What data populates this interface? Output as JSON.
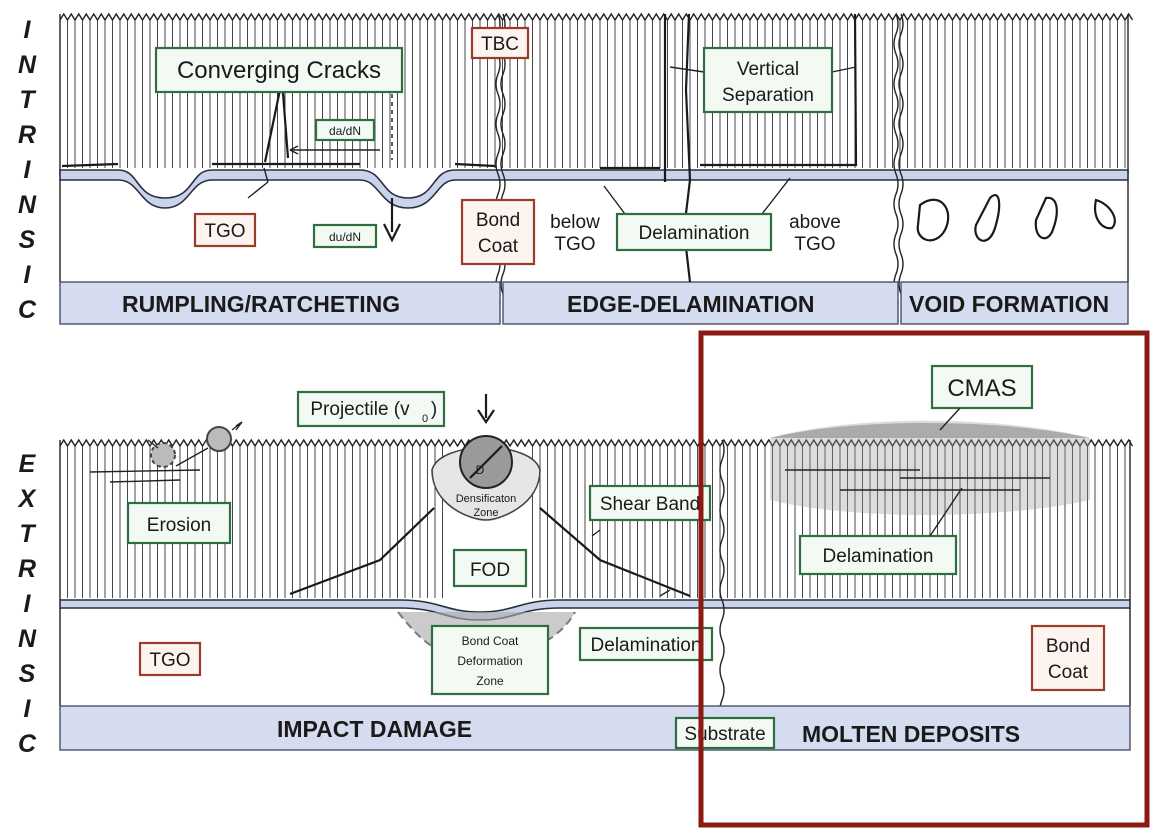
{
  "side_labels": {
    "intrinsic": [
      "I",
      "N",
      "T",
      "R",
      "I",
      "N",
      "S",
      "I",
      "C"
    ],
    "extrinsic": [
      "E",
      "X",
      "T",
      "R",
      "I",
      "N",
      "S",
      "I",
      "C"
    ]
  },
  "panels": {
    "rumpling": "RUMPLING/RATCHETING",
    "edge": "EDGE-DELAMINATION",
    "void": "VOID FORMATION",
    "impact": "IMPACT DAMAGE",
    "molten": "MOLTEN DEPOSITS"
  },
  "labels": {
    "converging_cracks": "Converging Cracks",
    "da_dn": "da/dN",
    "du_dn": "du/dN",
    "tgo": "TGO",
    "tbc": "TBC",
    "bond_line1": "Bond",
    "coat_line2": "Coat",
    "below": "below",
    "above": "above",
    "tgo_word": "TGO",
    "vertical_line1": "Vertical",
    "vertical_line2": "Separation",
    "delamination": "Delamination",
    "projectile_main": "Projectile  (v",
    "projectile_sub": "0",
    "projectile_end": ")",
    "d": "D",
    "densification_line1": "Densificaton",
    "densification_line2": "Zone",
    "shear_band": "Shear Band",
    "erosion": "Erosion",
    "fod": "FOD",
    "bcdz_line1": "Bond Coat",
    "bcdz_line2": "Deformation",
    "bcdz_line3": "Zone",
    "substrate": "Substrate",
    "cmas": "CMAS"
  },
  "colors": {
    "highlight_frame": "#8b1a12",
    "green_label_border": "#2f6e3f",
    "red_label_border": "#9b3c2a",
    "band_fill": "#d6dcf0"
  }
}
